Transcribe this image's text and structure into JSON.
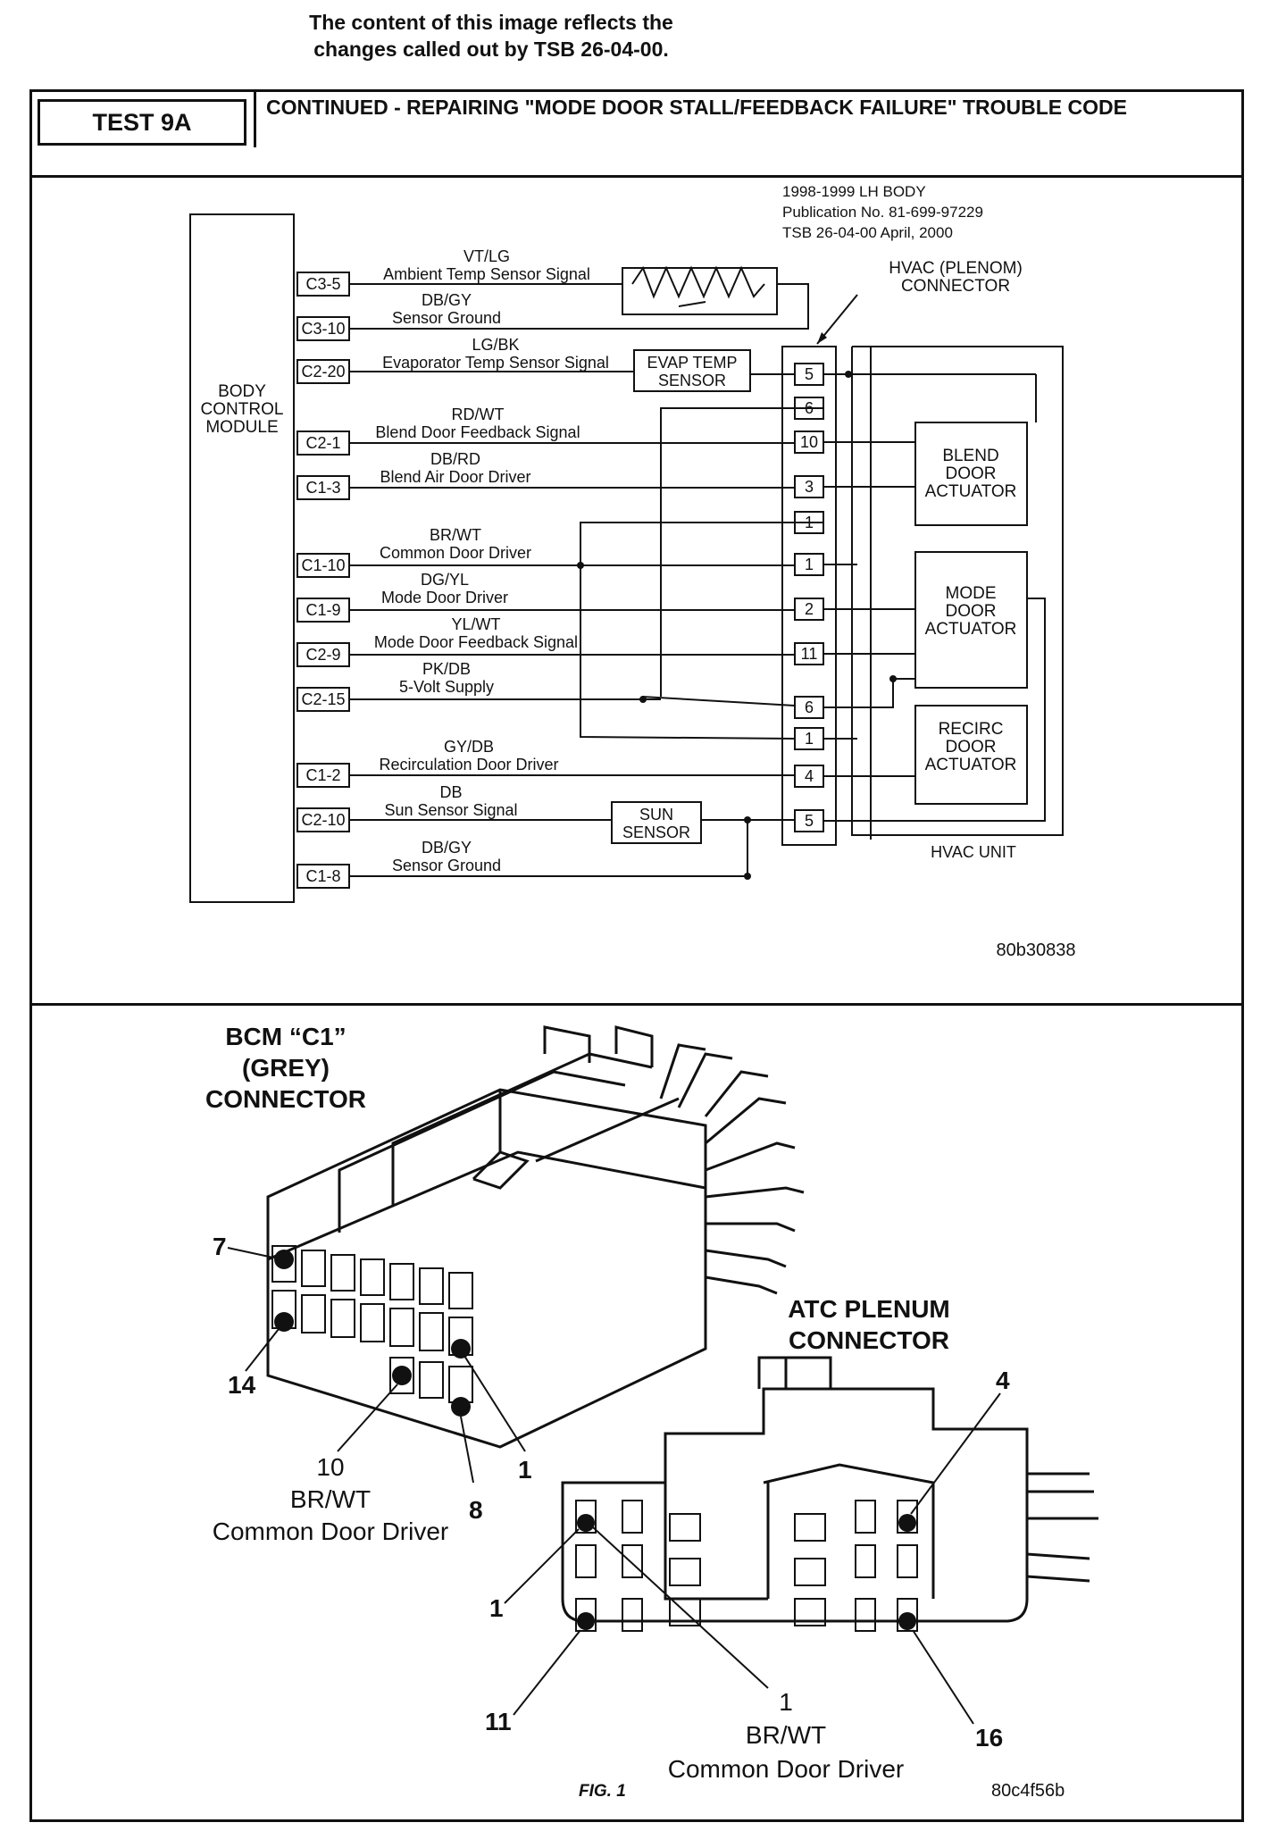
{
  "notice": {
    "line1": "The content of this image reflects the",
    "line2": "changes called out by TSB 26-04-00."
  },
  "header": {
    "test_id": "TEST 9A",
    "title": "CONTINUED - REPAIRING \"MODE DOOR STALL/FEEDBACK FAILURE\" TROUBLE CODE"
  },
  "schematic": {
    "pub_line1": "1998-1999 LH BODY",
    "pub_line2": "Publication No. 81-699-97229",
    "pub_line3": "TSB 26-04-00     April, 2000",
    "hvac_conn_line1": "HVAC (PLENOM)",
    "hvac_conn_line2": "CONNECTOR",
    "bcm_line1": "BODY",
    "bcm_line2": "CONTROL",
    "bcm_line3": "MODULE",
    "hvac_unit": "HVAC UNIT",
    "ref": "80b30838",
    "evap_line1": "EVAP TEMP",
    "evap_line2": "SENSOR",
    "sun_line1": "SUN",
    "sun_line2": "SENSOR",
    "blend_line1": "BLEND",
    "blend_line2": "DOOR",
    "blend_line3": "ACTUATOR",
    "mode_line1": "MODE",
    "mode_line2": "DOOR",
    "mode_line3": "ACTUATOR",
    "recirc_line1": "RECIRC",
    "recirc_line2": "DOOR",
    "recirc_line3": "ACTUATOR",
    "circuits": [
      {
        "pin": "C3-5",
        "color": "VT/LG",
        "name": "Ambient Temp Sensor Signal",
        "hvac_pin": ""
      },
      {
        "pin": "C3-10",
        "color": "DB/GY",
        "name": "Sensor Ground",
        "hvac_pin": ""
      },
      {
        "pin": "C2-20",
        "color": "LG/BK",
        "name": "Evaporator Temp Sensor Signal",
        "hvac_pin": "5"
      },
      {
        "pin": "",
        "color": "",
        "name": "",
        "hvac_pin": "6"
      },
      {
        "pin": "C2-1",
        "color": "RD/WT",
        "name": "Blend Door Feedback Signal",
        "hvac_pin": "10"
      },
      {
        "pin": "C1-3",
        "color": "DB/RD",
        "name": "Blend Air Door Driver",
        "hvac_pin": "3"
      },
      {
        "pin": "",
        "color": "",
        "name": "",
        "hvac_pin": "1"
      },
      {
        "pin": "C1-10",
        "color": "BR/WT",
        "name": "Common Door Driver",
        "hvac_pin": "1"
      },
      {
        "pin": "C1-9",
        "color": "DG/YL",
        "name": "Mode Door Driver",
        "hvac_pin": "2"
      },
      {
        "pin": "C2-9",
        "color": "YL/WT",
        "name": "Mode Door Feedback Signal",
        "hvac_pin": "11"
      },
      {
        "pin": "C2-15",
        "color": "PK/DB",
        "name": "5-Volt Supply",
        "hvac_pin": "6"
      },
      {
        "pin": "",
        "color": "",
        "name": "",
        "hvac_pin": "1"
      },
      {
        "pin": "C1-2",
        "color": "GY/DB",
        "name": "Recirculation Door Driver",
        "hvac_pin": "4"
      },
      {
        "pin": "C2-10",
        "color": "DB",
        "name": "Sun Sensor Signal",
        "hvac_pin": "5"
      },
      {
        "pin": "C1-8",
        "color": "DB/GY",
        "name": "Sensor Ground",
        "hvac_pin": ""
      }
    ]
  },
  "figure": {
    "bcm_line1": "BCM “C1”",
    "bcm_line2": "(GREY)",
    "bcm_line3": "CONNECTOR",
    "atc_line1": "ATC PLENUM",
    "atc_line2": "CONNECTOR",
    "bcm_pin7": "7",
    "bcm_pin14": "14",
    "bcm_pin1": "1",
    "bcm_pin8": "8",
    "bcm_pin10": "10",
    "bcm_wire_color": "BR/WT",
    "bcm_wire_name": "Common Door Driver",
    "atc_pin4": "4",
    "atc_pin1": "1",
    "atc_pin11": "11",
    "atc_pin16": "16",
    "atc_pin1b": "1",
    "atc_wire_color": "BR/WT",
    "atc_wire_name": "Common Door Driver",
    "caption": "FIG. 1",
    "ref": "80c4f56b"
  }
}
